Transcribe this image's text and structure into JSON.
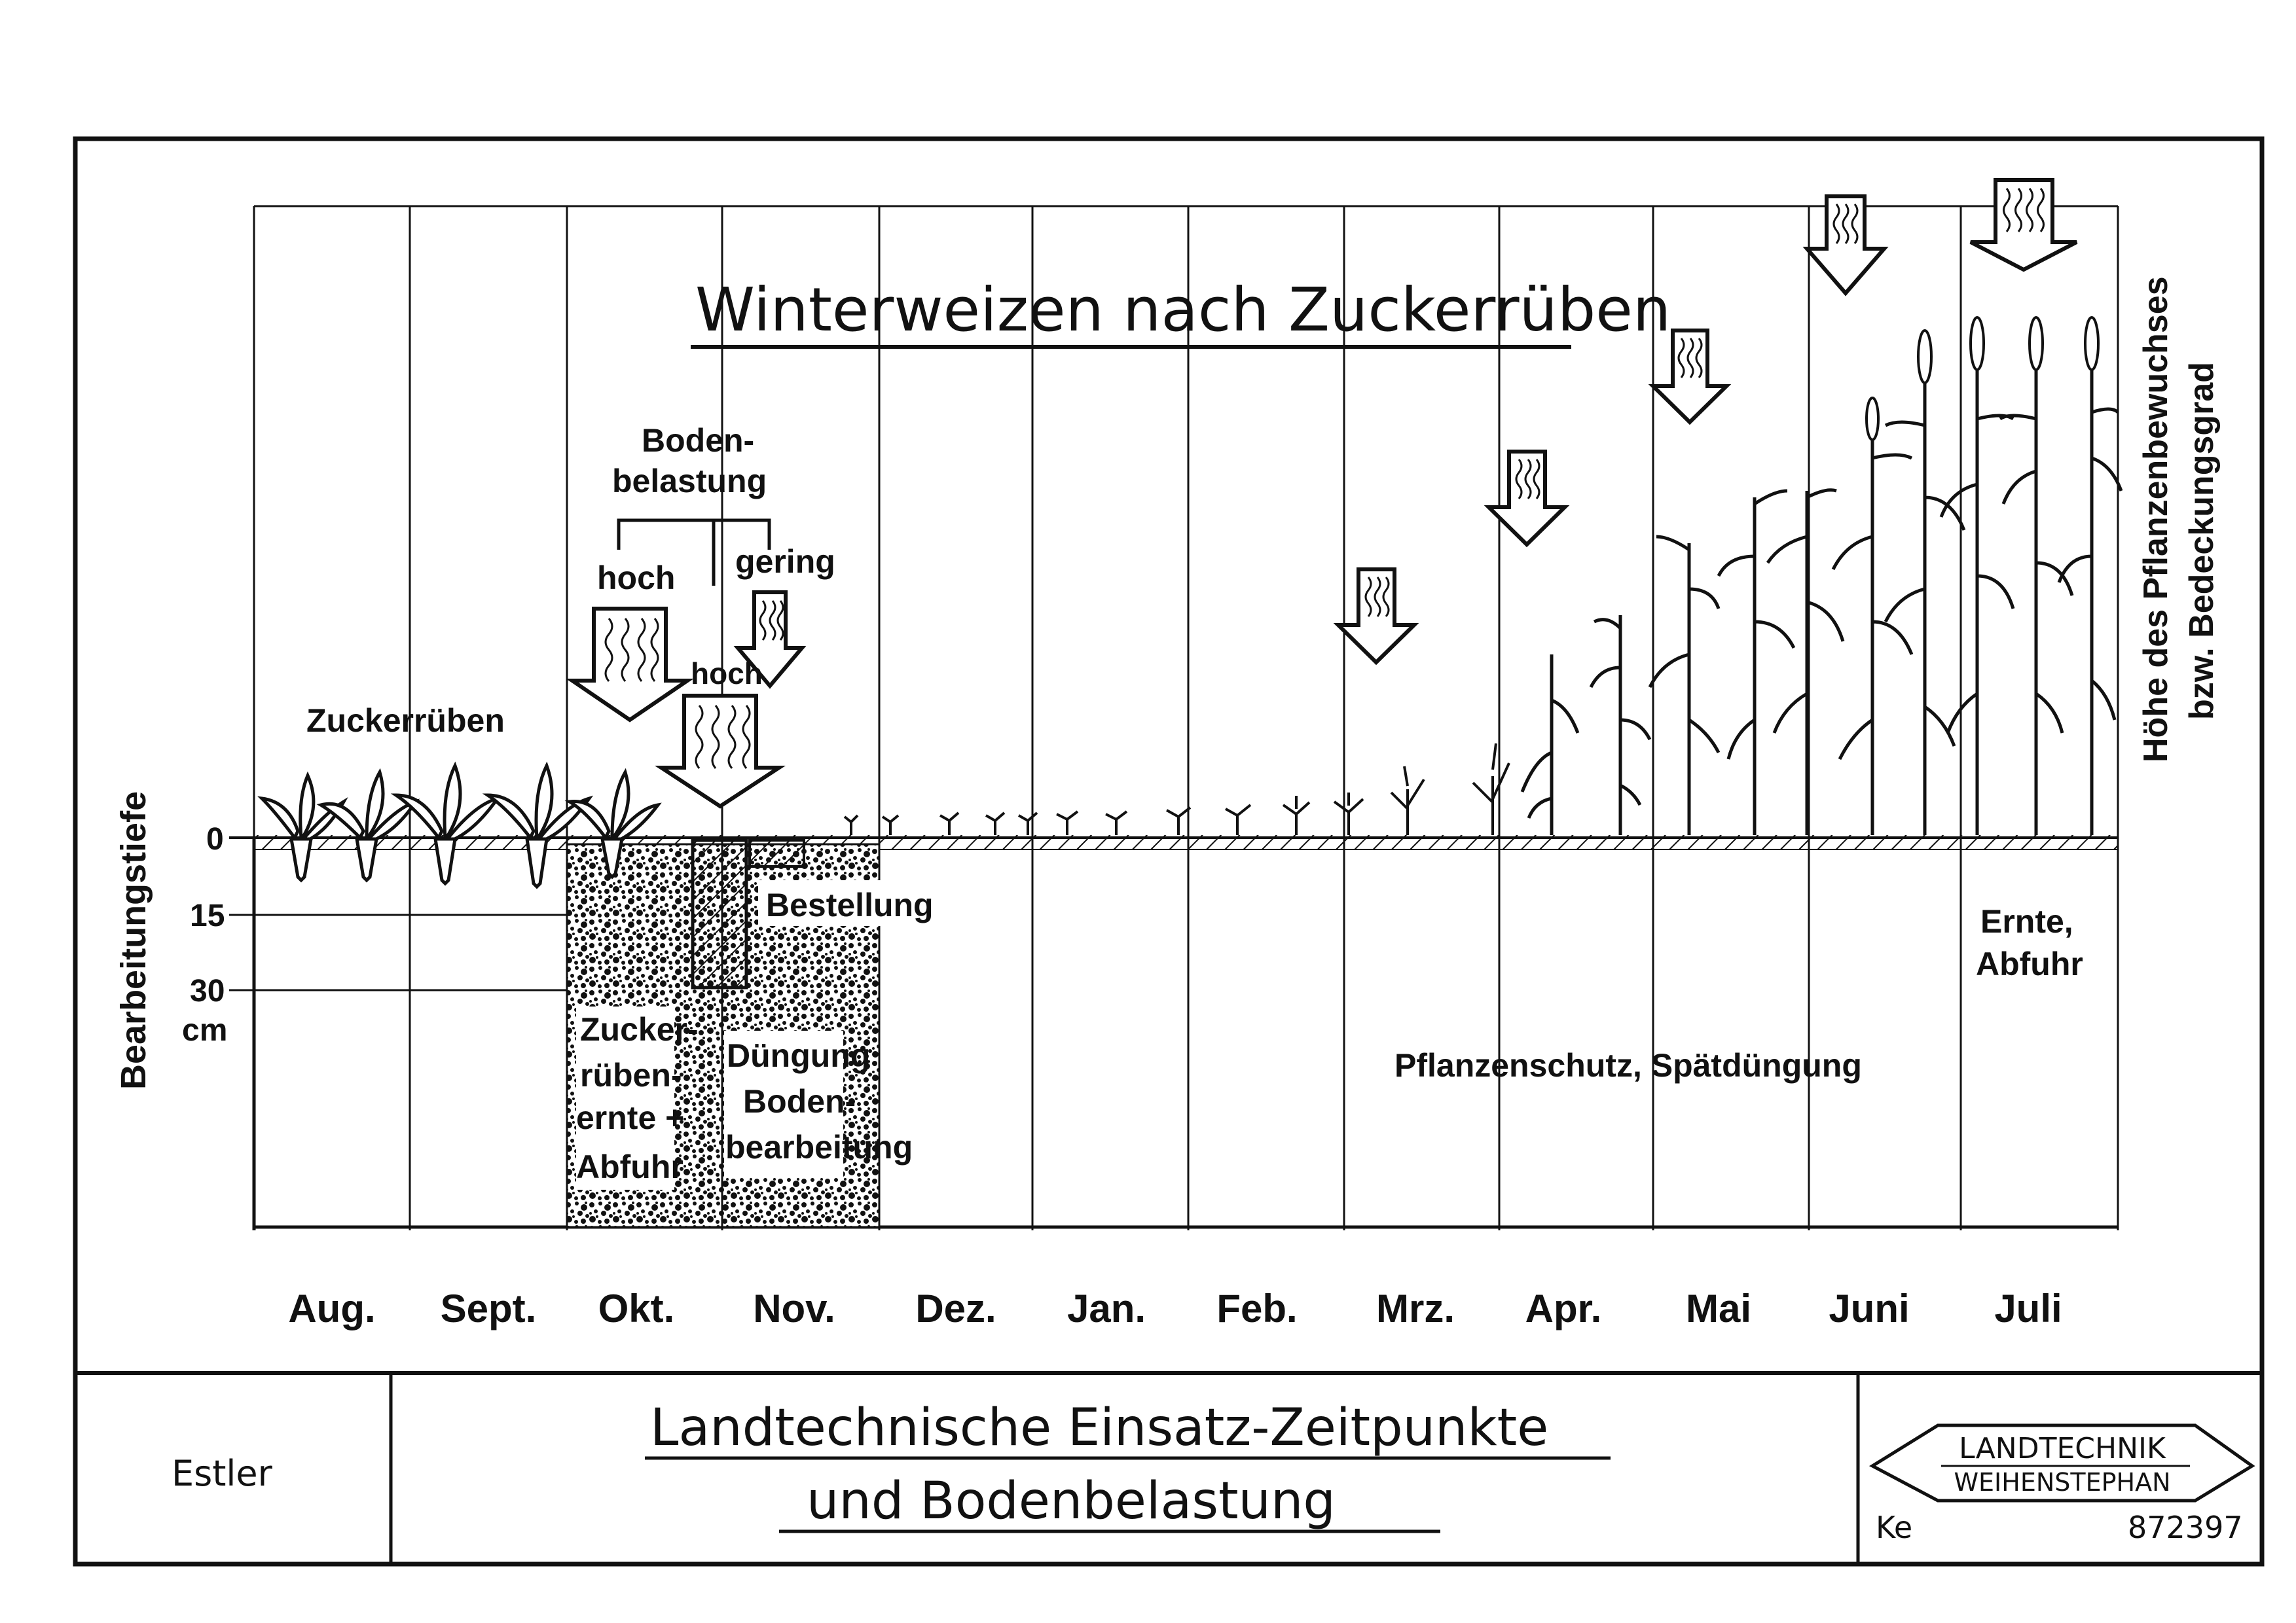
{
  "diagram": {
    "title": "Winterweizen nach Zuckerrüben",
    "months": [
      "Aug.",
      "Sept.",
      "Okt.",
      "Nov.",
      "Dez.",
      "Jan.",
      "Feb.",
      "Mrz.",
      "Apr.",
      "Mai",
      "Juni",
      "Juli"
    ],
    "depth_axis": {
      "label": "Bearbeitungstiefe",
      "ticks": [
        "0",
        "15",
        "30"
      ],
      "unit": "cm"
    },
    "right_axis_label_line1": "Höhe des Pflanzenbewuchses",
    "right_axis_label_line2": "bzw. Bedeckungsgrad",
    "crop_label": "Zuckerrüben",
    "soil_load": {
      "heading_line1": "Boden-",
      "heading_line2": "belastung",
      "high": "hoch",
      "low": "gering",
      "high2": "hoch"
    },
    "operations": {
      "harvest_beet": [
        "Zucker-",
        "rüben-",
        "ernte +",
        "Abfuhr"
      ],
      "fertilizing": [
        "Düngung",
        "Boden-",
        "bearbeitung"
      ],
      "sowing": "Bestellung",
      "protection": "Pflanzenschutz, Spätdüngung",
      "harvest": [
        "Ernte,",
        "Abfuhr"
      ]
    }
  },
  "footer": {
    "author": "Estler",
    "title_line1": "Landtechnische Einsatz-Zeitpunkte",
    "title_line2": "und Bodenbelastung",
    "logo_line1": "LANDTECHNIK",
    "logo_line2": "WEIHENSTEPHAN",
    "code_left": "Ke",
    "code_right": "872397"
  },
  "colors": {
    "ink": "#111111",
    "paper": "#ffffff"
  }
}
